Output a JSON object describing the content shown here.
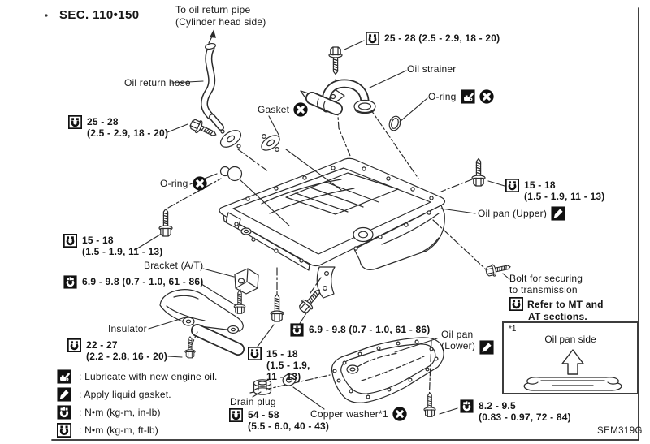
{
  "title": {
    "section": "SEC. 110•150",
    "diagram_code": "SEM319G"
  },
  "callouts": {
    "to_oil_return_pipe_l1": "To oil return pipe",
    "to_oil_return_pipe_l2": "(Cylinder head side)",
    "oil_return_hose": "Oil return hose",
    "gasket": "Gasket",
    "oil_strainer": "Oil strainer",
    "o_ring_strainer": "O-ring",
    "o_ring_pan": "O-ring",
    "oil_pan_upper": "Oil pan (Upper)",
    "bracket_at": "Bracket (A/T)",
    "insulator": "Insulator",
    "bolt_securing_l1": "Bolt for securing",
    "bolt_securing_l2": "to transmission",
    "refer_l1": "Refer to MT and",
    "refer_l2": "AT sections.",
    "oil_pan_lower_l1": "Oil pan",
    "oil_pan_lower_l2": "(Lower)",
    "drain_plug": "Drain plug",
    "copper_washer": "Copper washer*1"
  },
  "torques": {
    "t_return_pipe_left": {
      "value": "25 - 28",
      "alt": "(2.5 - 2.9, 18 - 20)",
      "icon": "torque-ftlb-icon",
      "icon_ref": "#ic-ftlb"
    },
    "t_strainer_bolt": {
      "value": "25 - 28 (2.5 - 2.9, 18 - 20)",
      "icon": "torque-ftlb-icon",
      "icon_ref": "#ic-ftlb"
    },
    "t_pan_right": {
      "value": "15 - 18",
      "alt": "(1.5 - 1.9, 11 - 13)",
      "icon": "torque-ftlb-icon",
      "icon_ref": "#ic-ftlb"
    },
    "t_pan_left": {
      "value": "15 - 18",
      "alt": "(1.5 - 1.9, 11 - 13)",
      "icon": "torque-ftlb-icon",
      "icon_ref": "#ic-ftlb"
    },
    "t_bracket": {
      "value": "6.9 - 9.8 (0.7 - 1.0, 61 - 86)",
      "icon": "torque-inlb-icon",
      "icon_ref": "#ic-inlb"
    },
    "t_insulator": {
      "value": "22 - 27",
      "alt": "(2.2 - 2.8, 16 - 20)",
      "icon": "torque-ftlb-icon",
      "icon_ref": "#ic-ftlb"
    },
    "t_center": {
      "value": "6.9 - 9.8 (0.7 - 1.0, 61 - 86)",
      "icon": "torque-inlb-icon",
      "icon_ref": "#ic-inlb"
    },
    "t_pan_bottom": {
      "value": "15 - 18",
      "alt1": "(1.5 - 1.9,",
      "alt2": "11 - 13)",
      "icon": "torque-ftlb-icon",
      "icon_ref": "#ic-ftlb"
    },
    "t_drain_plug": {
      "value": "54 - 58",
      "alt": "(5.5 - 6.0, 40 - 43)",
      "icon": "torque-ftlb-icon",
      "icon_ref": "#ic-ftlb"
    },
    "t_lower_pan": {
      "value": "8.2 - 9.5",
      "alt": "(0.83 - 0.97, 72 - 84)",
      "icon": "torque-inlb-icon",
      "icon_ref": "#ic-inlb"
    }
  },
  "legend": {
    "rows": [
      {
        "icon": "oil-can-icon",
        "icon_ref": "#ic-oil",
        "text": ": Lubricate with new engine oil."
      },
      {
        "icon": "liquid-gasket-icon",
        "icon_ref": "#ic-pen",
        "text": ": Apply liquid gasket."
      },
      {
        "icon": "torque-inlb-icon",
        "icon_ref": "#ic-inlb",
        "text": ": N•m (kg-m, in-lb)"
      },
      {
        "icon": "torque-ftlb-icon",
        "icon_ref": "#ic-ftlb",
        "text": ": N•m (kg-m, ft-lb)"
      }
    ]
  },
  "inset": {
    "ref": "*1",
    "caption": "Oil pan side"
  },
  "icons": {
    "replace-icon": "white X cross in black circle (always replace part)",
    "oil-can-icon": "white oil can on black square",
    "liquid-gasket-icon": "white applicator pen on black square",
    "torque-inlb-icon": "filled black square torque-wrench symbol (in-lb)",
    "torque-ftlb-icon": "outlined square torque-wrench symbol (ft-lb)"
  },
  "colors": {
    "line": "#2b2b2b",
    "text": "#161616",
    "background": "#ffffff"
  }
}
